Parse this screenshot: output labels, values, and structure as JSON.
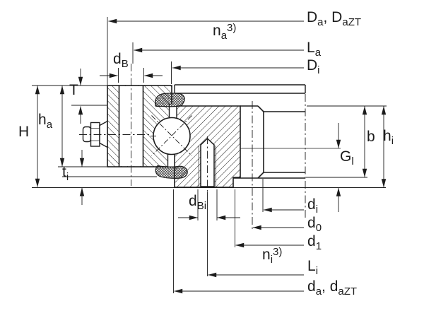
{
  "drawing": {
    "title": "Slewing ring bearing cross-section with dimension annotations",
    "type": "technical-drawing",
    "colors": {
      "line": "#1c1c1c",
      "background": "#ffffff"
    },
    "features": [
      "outer-ring-hatched-section",
      "inner-ring-hatched-section",
      "ball-rolling-element",
      "upper-seal",
      "lower-seal",
      "grease-nipple",
      "bolt-through-hole",
      "threaded-hole",
      "internal-gear-teeth"
    ],
    "labels": {
      "Da_DaZT": {
        "parts": [
          [
            "t",
            "D"
          ],
          [
            "sub",
            "a"
          ],
          [
            "t",
            ", D"
          ],
          [
            "sub",
            "aZT"
          ]
        ]
      },
      "na": {
        "parts": [
          [
            "t",
            "n"
          ],
          [
            "sub",
            "a"
          ],
          [
            "sup",
            "3)"
          ]
        ]
      },
      "La": {
        "parts": [
          [
            "t",
            "L"
          ],
          [
            "sub",
            "a"
          ]
        ]
      },
      "Di": {
        "parts": [
          [
            "t",
            "D"
          ],
          [
            "sub",
            "i"
          ]
        ]
      },
      "dB": {
        "parts": [
          [
            "t",
            "d"
          ],
          [
            "sub",
            "B"
          ]
        ]
      },
      "T": {
        "parts": [
          [
            "t",
            "T"
          ]
        ]
      },
      "H": {
        "parts": [
          [
            "t",
            "H"
          ]
        ]
      },
      "ha": {
        "parts": [
          [
            "t",
            "h"
          ],
          [
            "sub",
            "a"
          ]
        ]
      },
      "ti": {
        "parts": [
          [
            "t",
            "t"
          ],
          [
            "sub",
            "i"
          ]
        ]
      },
      "b": {
        "parts": [
          [
            "t",
            "b"
          ]
        ]
      },
      "hi": {
        "parts": [
          [
            "t",
            "h"
          ],
          [
            "sub",
            "i"
          ]
        ]
      },
      "Gl": {
        "parts": [
          [
            "t",
            "G"
          ],
          [
            "sub",
            "l"
          ]
        ]
      },
      "dBi": {
        "parts": [
          [
            "t",
            "d"
          ],
          [
            "sub",
            "Bi"
          ]
        ]
      },
      "di": {
        "parts": [
          [
            "t",
            "d"
          ],
          [
            "sub",
            "i"
          ]
        ]
      },
      "d0": {
        "parts": [
          [
            "t",
            "d"
          ],
          [
            "sub",
            "0"
          ]
        ]
      },
      "d1": {
        "parts": [
          [
            "t",
            "d"
          ],
          [
            "sub",
            "1"
          ]
        ]
      },
      "ni": {
        "parts": [
          [
            "t",
            "n"
          ],
          [
            "sub",
            "i"
          ],
          [
            "sup",
            "3)"
          ]
        ]
      },
      "Li": {
        "parts": [
          [
            "t",
            "L"
          ],
          [
            "sub",
            "i"
          ]
        ]
      },
      "da_daZT": {
        "parts": [
          [
            "t",
            "d"
          ],
          [
            "sub",
            "a"
          ],
          [
            "t",
            ", d"
          ],
          [
            "sub",
            "aZT"
          ]
        ]
      }
    }
  }
}
